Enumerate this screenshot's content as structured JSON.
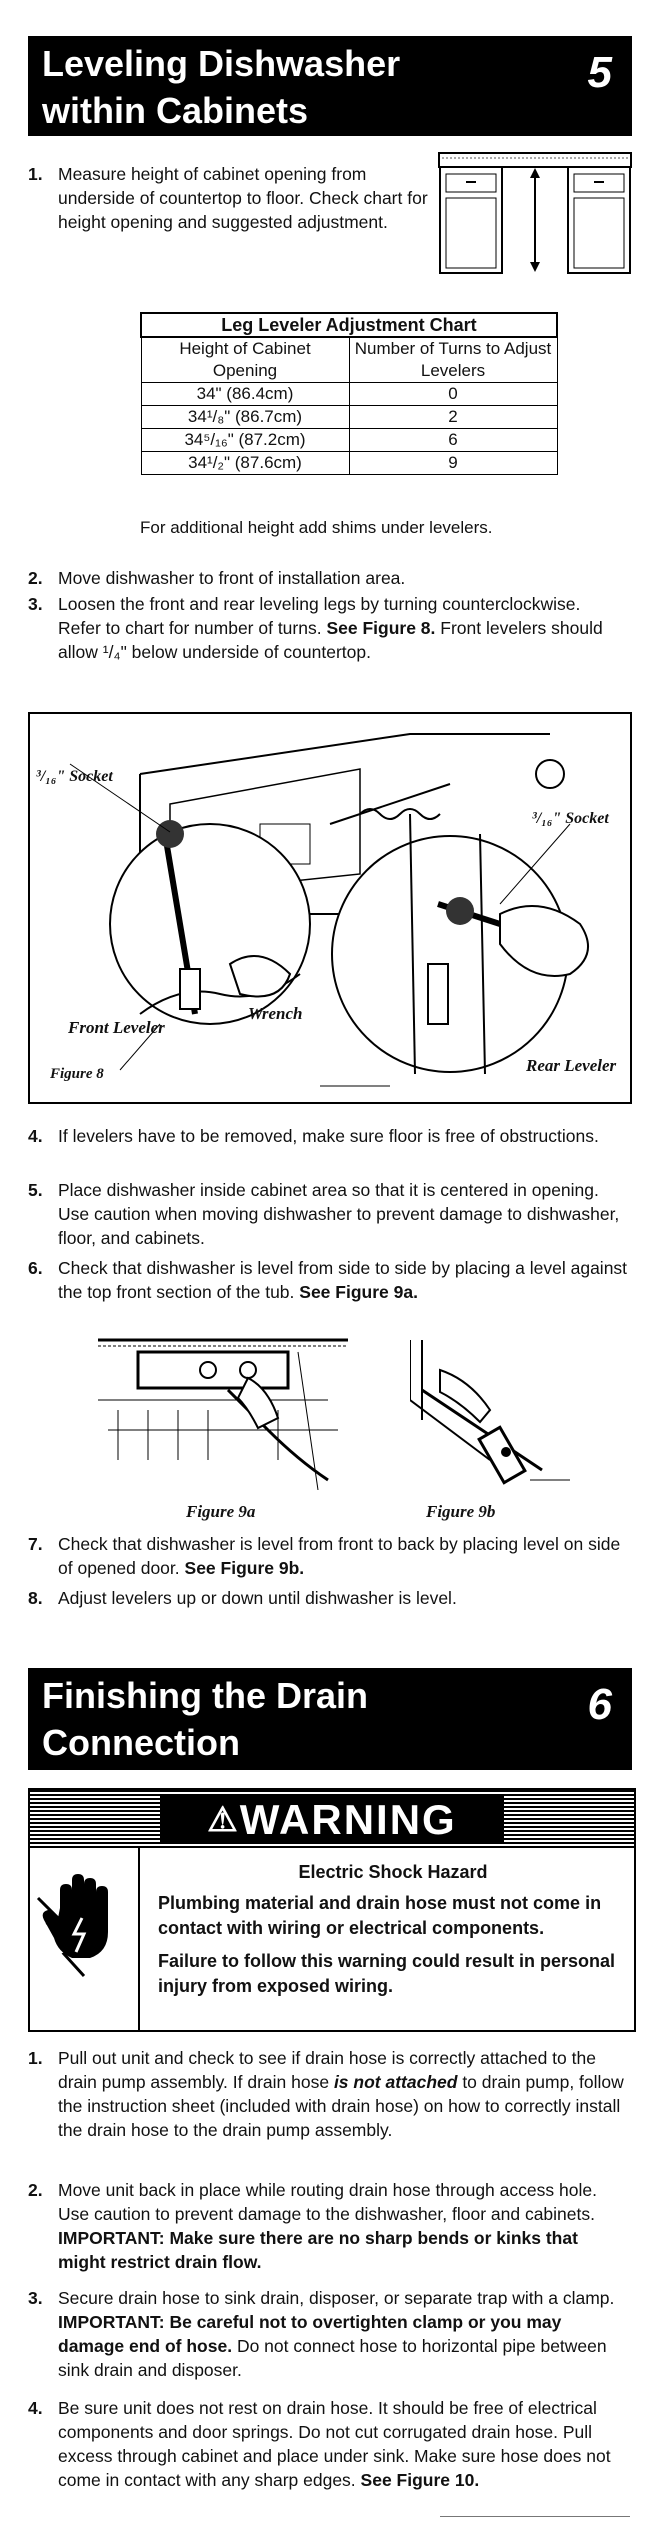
{
  "section5": {
    "title_line1": "Leveling Dishwasher",
    "title_line2": "within Cabinets",
    "number": "5",
    "steps": [
      {
        "n": "1.",
        "text": "Measure height of cabinet opening from underside of countertop to floor. Check chart for height opening and suggested adjustment."
      },
      {
        "n": "2.",
        "text": "Move dishwasher to front of installation area."
      },
      {
        "n": "3.",
        "text_a": "Loosen the front and rear leveling legs by turning counterclockwise. Refer to chart for number of turns.",
        "bold_b": "See Figure 8.",
        "text_c": "Front levelers should allow ¹/₄\" below underside of countertop."
      },
      {
        "n": "4.",
        "text": "If levelers have to be removed, make sure floor is free of obstructions."
      },
      {
        "n": "5.",
        "text": "Place dishwasher inside cabinet area so that it is centered in opening. Use caution when moving dishwasher to prevent damage to dishwasher, floor, and cabinets."
      },
      {
        "n": "6.",
        "text_a": "Check that dishwasher is level from side to side by placing a level against the top front section of the tub.",
        "bold_b": "See Figure 9a."
      },
      {
        "n": "7.",
        "text_a": "Check that dishwasher is level from front to back by placing level on side of opened door.",
        "bold_b": "See Figure 9b."
      },
      {
        "n": "8.",
        "text": "Adjust levelers up or down until dishwasher is level."
      }
    ],
    "chart": {
      "title": "Leg Leveler Adjustment Chart",
      "col1": "Height of Cabinet Opening",
      "col2": "Number of Turns to Adjust Levelers",
      "rows": [
        [
          "34\" (86.4cm)",
          "0"
        ],
        [
          "34¹/₈\" (86.7cm)",
          "2"
        ],
        [
          "34⁵/₁₆\" (87.2cm)",
          "6"
        ],
        [
          "34¹/₂\" (87.6cm)",
          "9"
        ]
      ],
      "note": "For additional height add shims under levelers."
    },
    "figure8": {
      "label_left_socket": "³/₁₆\" Socket",
      "label_right_socket": "³/₁₆\" Socket",
      "label_front": "Front Leveler",
      "label_wrench": "Wrench",
      "label_rear": "Rear Leveler",
      "caption": "Figure 8"
    },
    "fig9a_caption": "Figure 9a",
    "fig9b_caption": "Figure 9b"
  },
  "section6": {
    "title_line1": "Finishing the Drain",
    "title_line2": "Connection",
    "number": "6",
    "warning": {
      "banner": "WARNING",
      "hazard": "Electric Shock Hazard",
      "line1": "Plumbing material and drain hose must not come in contact with wiring or electrical components.",
      "line2": "Failure to follow this warning could result in personal injury from exposed wiring."
    },
    "steps": [
      {
        "n": "1.",
        "text_a": "Pull out unit and check to see if drain hose is correctly attached to the drain pump assembly. If drain hose",
        "bi": "is not attached",
        "text_c": "to drain pump, follow the instruction sheet (included with drain hose) on how to correctly install the drain hose to the drain pump assembly."
      },
      {
        "n": "2.",
        "text_a": "Move unit back in place while routing drain hose through access hole. Use caution to prevent damage to the dishwasher, floor and cabinets.",
        "bold_b": "IMPORTANT: Make sure there are no sharp bends or kinks that might restrict drain flow."
      },
      {
        "n": "3.",
        "text_a": "Secure drain hose to sink drain, disposer, or separate trap with a clamp.",
        "bold_b": "IMPORTANT: Be careful not to overtighten clamp or you may damage end of hose.",
        "text_c": "Do not connect hose to horizontal pipe between sink drain and disposer."
      },
      {
        "n": "4.",
        "text_a": "Be sure unit does not rest on drain hose. It should be free of electrical components and door springs. Do not cut corrugated drain hose. Pull excess through cabinet and place under sink. Make sure hose does not come in contact with any sharp edges.",
        "bold_b": "See Figure 10."
      }
    ]
  }
}
